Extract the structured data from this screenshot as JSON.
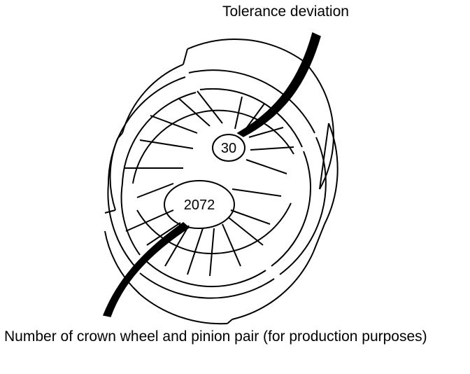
{
  "labels": {
    "tolerance": "Tolerance deviation",
    "pair_number": "Number of crown wheel and pinion pair (for production purposes)"
  },
  "markings": {
    "tolerance_value": "30",
    "pair_value": "2072"
  },
  "colors": {
    "ink": "#000000",
    "paper": "#ffffff"
  }
}
